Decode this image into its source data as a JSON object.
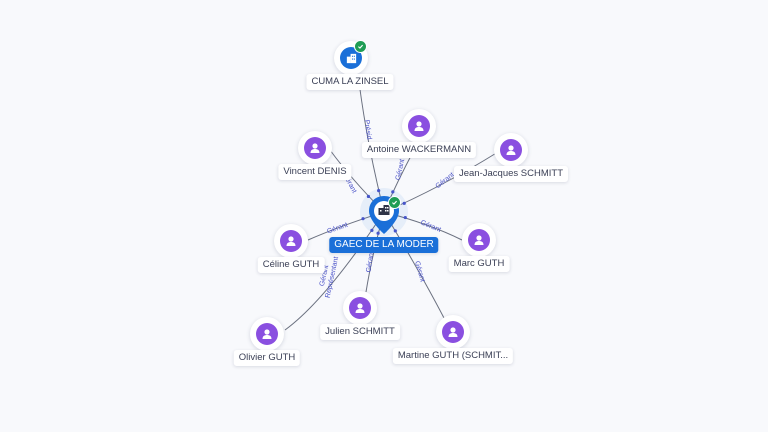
{
  "center": {
    "label": "GAEC DE LA MODER",
    "icon": "company-building-icon",
    "verified_icon": "verified-check-icon"
  },
  "companies": [
    {
      "id": "cuma",
      "label": "CUMA LA ZINSEL",
      "icon": "company-building-icon",
      "verified": true
    }
  ],
  "persons": [
    {
      "id": "wackermann",
      "label": "Antoine WACKERMANN",
      "icon": "person-icon"
    },
    {
      "id": "denis",
      "label": "Vincent DENIS",
      "icon": "person-icon"
    },
    {
      "id": "schmitt_jj",
      "label": "Jean-Jacques SCHMITT",
      "icon": "person-icon"
    },
    {
      "id": "celine",
      "label": "Céline GUTH",
      "icon": "person-icon"
    },
    {
      "id": "marc",
      "label": "Marc GUTH",
      "icon": "person-icon"
    },
    {
      "id": "julien",
      "label": "Julien SCHMITT",
      "icon": "person-icon"
    },
    {
      "id": "olivier",
      "label": "Olivier GUTH",
      "icon": "person-icon"
    },
    {
      "id": "martine",
      "label": "Martine GUTH (SCHMIT...",
      "icon": "person-icon"
    }
  ],
  "edges": [
    {
      "from": "cuma",
      "label": "Présid"
    },
    {
      "from": "wackermann",
      "label": "Gérant"
    },
    {
      "from": "denis",
      "label": "Gérant"
    },
    {
      "from": "schmitt_jj",
      "label": "Gérant"
    },
    {
      "from": "celine",
      "label": "Gérant"
    },
    {
      "from": "marc",
      "label": "Gérant"
    },
    {
      "from": "julien",
      "label": "Gérant"
    },
    {
      "from": "olivier",
      "label": "Gérant Représentant"
    },
    {
      "from": "martine",
      "label": "Gérant"
    }
  ],
  "colors": {
    "background": "#f8f9fc",
    "company": "#1a6fd8",
    "person": "#8a4fe0",
    "verified": "#1f9d55",
    "edge": "#6b7180",
    "edge_label": "#4a52c8"
  }
}
